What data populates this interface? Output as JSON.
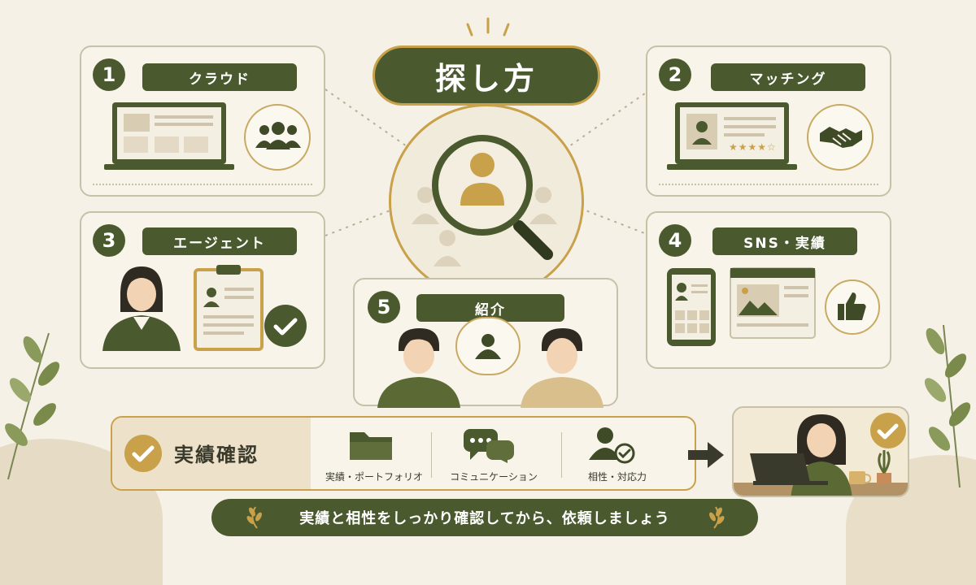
{
  "title": "探し方",
  "methods": [
    {
      "number": "1",
      "label": "クラウド"
    },
    {
      "number": "2",
      "label": "マッチング"
    },
    {
      "number": "3",
      "label": "エージェント"
    },
    {
      "number": "4",
      "label": "SNS・実績"
    },
    {
      "number": "5",
      "label": "紹介"
    }
  ],
  "check": {
    "title": "実績確認",
    "items": [
      {
        "label": "実績・ポートフォリオ",
        "icon": "folder-icon"
      },
      {
        "label": "コミュニケーション",
        "icon": "chat-icon"
      },
      {
        "label": "相性・対応力",
        "icon": "person-check-icon"
      }
    ]
  },
  "footer": "実績と相性をしっかり確認してから、依頼しましょう",
  "rating_stars": "★★★★☆",
  "colors": {
    "olive": "#4b5a2e",
    "gold": "#c8a14a",
    "beige": "#f6f1e7",
    "border": "#c7c1a8"
  }
}
